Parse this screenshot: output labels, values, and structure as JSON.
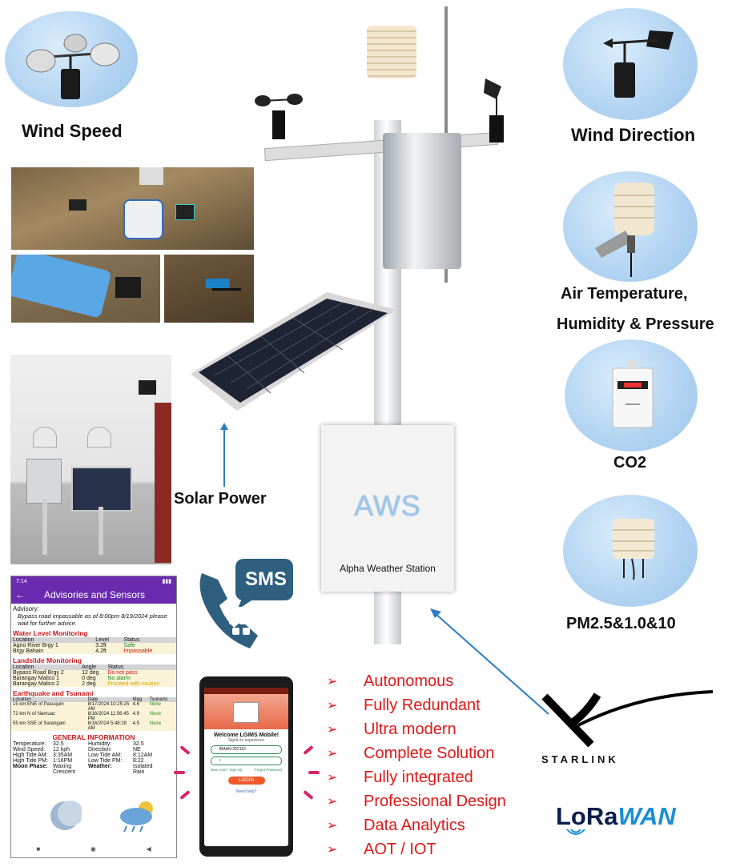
{
  "sensors": {
    "wind_speed": "Wind Speed",
    "wind_direction": "Wind Direction",
    "air_temp_line1": "Air Temperature,",
    "air_temp_line2": "Humidity & Pressure",
    "co2": "CO2",
    "pm": "PM2.5&1.0&10"
  },
  "solar_power": "Solar Power",
  "aws_box": {
    "title": "AWS",
    "subtitle": "Alpha Weather Station"
  },
  "sms_label": "SMS",
  "features": [
    "Autonomous",
    "Fully Redundant",
    "Ultra modern",
    "Complete Solution",
    "Fully integrated",
    "Professional Design",
    "Data Analytics",
    "AOT / IOT"
  ],
  "starlink": "STARLINK",
  "lorawan": {
    "lo": "LoRa",
    "wan": "WAN"
  },
  "colors": {
    "feature_red": "#e01818",
    "app_purple": "#6b2bb0",
    "circle_blue": "#b4d5f2"
  },
  "app": {
    "time": "7:14",
    "title": "Advisories and Sensors",
    "advisory_label": "Advisory:",
    "advisory_text": "Bypass road impassable as of 8:00pm 8/19/2024 please wait for further advice.",
    "water": {
      "heading": "Water Level Monitoring",
      "columns": [
        "Location",
        "Level",
        "Status"
      ],
      "rows": [
        [
          "Agno River Brgy 1",
          "3.2ft",
          "Safe"
        ],
        [
          "Brgy Bahain",
          "4.2ft",
          "Impassable"
        ]
      ]
    },
    "landslide": {
      "heading": "Landslide Monitoring",
      "columns": [
        "Location",
        "Angle",
        "Status"
      ],
      "rows": [
        [
          "Bypass Road Brgy 2",
          "12 deg",
          "Do not pass"
        ],
        [
          "Barangay Malico 1",
          "0 deg",
          "No alarm"
        ],
        [
          "Barangay Malico 2",
          "2 deg",
          "Proceed with caution"
        ]
      ]
    },
    "quake": {
      "heading": "Earthquake and Tsunami",
      "columns": [
        "Location",
        "Date",
        "Mag",
        "Tsunami"
      ],
      "rows": [
        [
          "15 km ENE of Pasuquin",
          "8/17/2024 10:25:25 AM",
          "4.6",
          "None"
        ],
        [
          "72 km N of Namuac",
          "8/16/2024 11:56:45 PM",
          "4.9",
          "None"
        ],
        [
          "55 km SSE of Sarangani",
          "8/16/2024 5:48:28 AM",
          "4.5",
          "None"
        ]
      ]
    },
    "general": {
      "heading": "GENERAL INFORMATION",
      "cells": [
        "Temperature:",
        "32.5",
        "Humidity:",
        "32.5",
        "Wind Speed:",
        "12 kph",
        "Direction:",
        "NE",
        "High Tide AM:",
        "3:35AM",
        "Low Tide AM:",
        "8:12AM",
        "High Tide PM:",
        "1:16PM",
        "Low Tide PM:",
        "8:22",
        "Moon Phase:",
        "Waxing Crescent",
        "Weather:",
        "Isolated Rain"
      ]
    },
    "nav": [
      "■",
      "◉",
      "◀"
    ]
  },
  "login_app": {
    "welcome": "Welcome LGIMS Mobile!",
    "signin": "Signin to experience",
    "username": "lBAAN-202110",
    "password": "•",
    "new_user": "New User? Sign Up",
    "forgot": "Forgot Password",
    "login": "LOGIN",
    "help": "Need help?"
  }
}
